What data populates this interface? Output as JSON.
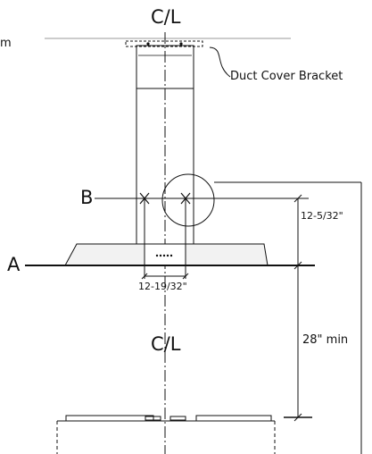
{
  "labels": {
    "cl_top": "C/L",
    "ceiling_fragment": "m",
    "duct_cover_bracket": "Duct Cover Bracket",
    "point_b": "B",
    "point_a": "A",
    "dim_vertical_small": "12-5/32\"",
    "dim_horizontal": "12-19/32\"",
    "dim_min_height": "28\" min",
    "cl_mid": "C/L"
  },
  "colors": {
    "line": "#111111",
    "ceiling": "#999999",
    "panel_fill": "#f2f2f2"
  }
}
